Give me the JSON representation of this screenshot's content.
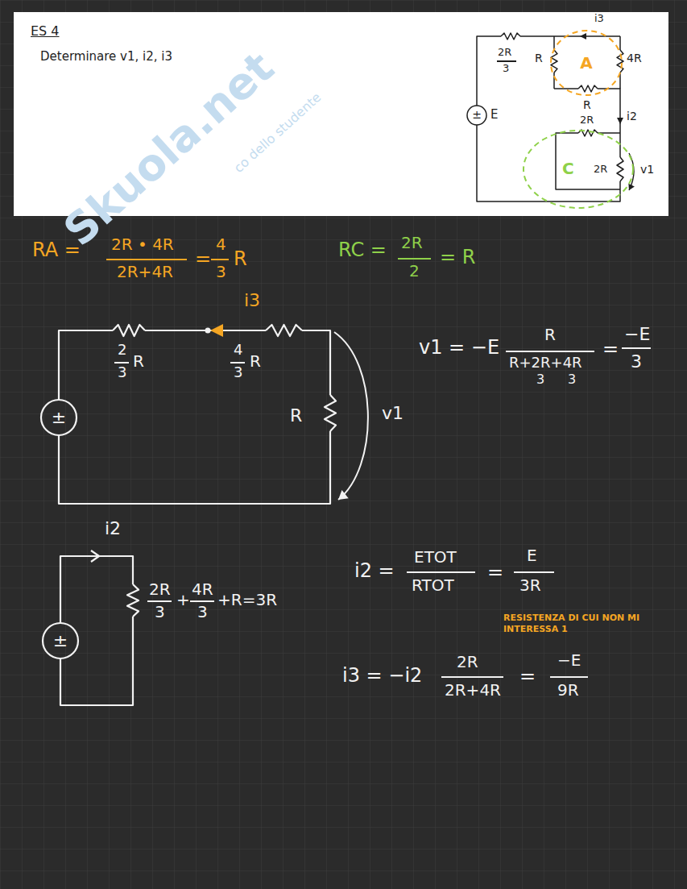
{
  "diagram": {
    "nodes": [
      {
        "text": [
          "ES 4",
          "Determinare v1, i2, i3"
        ]
      },
      {
        "text": [
          "A"
        ],
        "in": 0
      },
      {
        "text": [
          "C"
        ],
        "in": 0
      }
    ],
    "labels": [
      "i3",
      "2R",
      "3",
      "R",
      "4R",
      "±",
      "E",
      "R",
      "i2",
      "2R",
      "2R",
      "v1",
      "Skuola.net",
      "co dello studente",
      "RA =",
      "2R • 4R",
      "2R+4R",
      "=",
      "4",
      "3",
      "R",
      "RC =",
      "2R",
      "2",
      "= R",
      "i3",
      "±",
      "2",
      "3",
      "R",
      "4",
      "3",
      "R",
      "R",
      "v1",
      "v1 = −E",
      "R",
      "R+2R+4R",
      "3",
      "3",
      "=",
      "−E",
      "3",
      "i2",
      "±",
      "2R",
      "3",
      "+",
      "4R",
      "3",
      "+R=3R",
      "i2 =",
      "ETOT",
      "RTOT",
      "=",
      "E",
      "3R",
      "RESISTENZA DI CUI NON MI INTERESSA 1",
      "i3 = −i2",
      "2R",
      "2R+4R",
      "=",
      "−E",
      "9R"
    ]
  }
}
